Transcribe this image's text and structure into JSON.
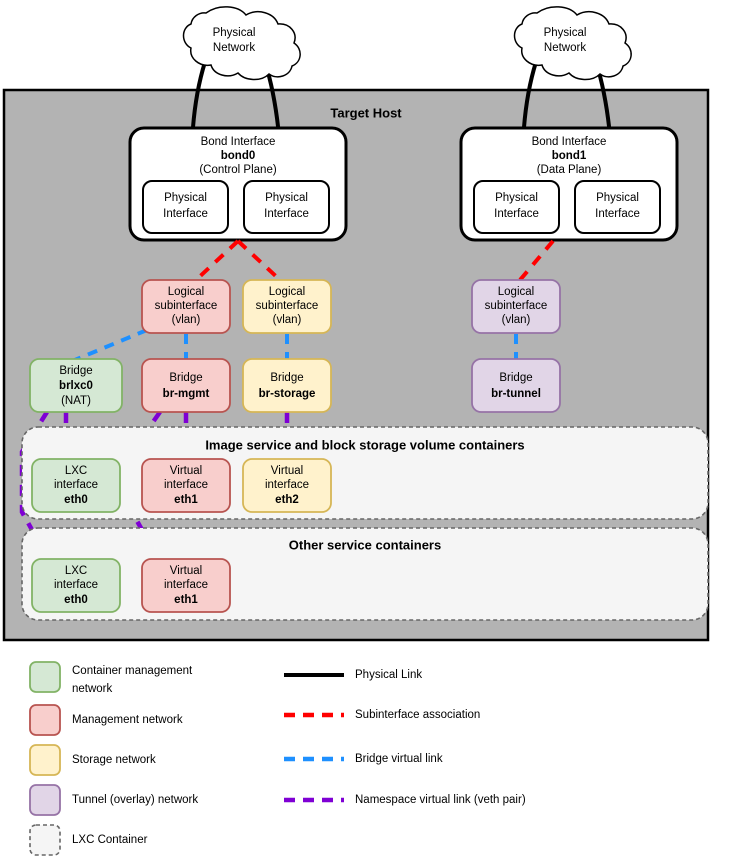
{
  "diagram": {
    "title": "Target Host",
    "host_box": {
      "fill": "#b3b3b3",
      "stroke": "#000000"
    }
  },
  "clouds": [
    {
      "id": "cloud-left",
      "line1": "Physical",
      "line2": "Network"
    },
    {
      "id": "cloud-right",
      "line1": "Physical",
      "line2": "Network"
    }
  ],
  "bonds": [
    {
      "id": "bond0",
      "line1": "Bond Interface",
      "name": "bond0",
      "line3": "(Control Plane)",
      "nics": [
        {
          "line1": "Physical",
          "line2": "Interface"
        },
        {
          "line1": "Physical",
          "line2": "Interface"
        }
      ]
    },
    {
      "id": "bond1",
      "line1": "Bond Interface",
      "name": "bond1",
      "line3": "(Data Plane)",
      "nics": [
        {
          "line1": "Physical",
          "line2": "Interface"
        },
        {
          "line1": "Physical",
          "line2": "Interface"
        }
      ]
    }
  ],
  "subinterfaces": [
    {
      "id": "vlan-mgmt",
      "line1": "Logical",
      "line2": "subinterface",
      "line3": "(vlan)",
      "fill": "#f8cecc",
      "stroke": "#b85450"
    },
    {
      "id": "vlan-storage",
      "line1": "Logical",
      "line2": "subinterface",
      "line3": "(vlan)",
      "fill": "#fff2cc",
      "stroke": "#d6b656"
    },
    {
      "id": "vlan-tunnel",
      "line1": "Logical",
      "line2": "subinterface",
      "line3": "(vlan)",
      "fill": "#e1d5e7",
      "stroke": "#9673a6"
    }
  ],
  "bridges": [
    {
      "id": "br-lxc",
      "line1": "Bridge",
      "name": "brlxc0",
      "line3": "(NAT)",
      "fill": "#d5e8d4",
      "stroke": "#82b366"
    },
    {
      "id": "br-mgmt",
      "line1": "Bridge",
      "name": "br-mgmt",
      "line3": "",
      "fill": "#f8cecc",
      "stroke": "#b85450"
    },
    {
      "id": "br-storage",
      "line1": "Bridge",
      "name": "br-storage",
      "line3": "",
      "fill": "#fff2cc",
      "stroke": "#d6b656"
    },
    {
      "id": "br-tunnel",
      "line1": "Bridge",
      "name": "br-tunnel",
      "line3": "",
      "fill": "#e1d5e7",
      "stroke": "#9673a6"
    }
  ],
  "containers": [
    {
      "id": "container-image-block",
      "title": "Image service and block storage volume containers",
      "interfaces": [
        {
          "id": "img-eth0",
          "line1": "LXC",
          "line2": "interface",
          "name": "eth0",
          "fill": "#d5e8d4",
          "stroke": "#82b366"
        },
        {
          "id": "img-eth1",
          "line1": "Virtual",
          "line2": "interface",
          "name": "eth1",
          "fill": "#f8cecc",
          "stroke": "#b85450"
        },
        {
          "id": "img-eth2",
          "line1": "Virtual",
          "line2": "interface",
          "name": "eth2",
          "fill": "#fff2cc",
          "stroke": "#d6b656"
        }
      ]
    },
    {
      "id": "container-other-service",
      "title": "Other service containers",
      "interfaces": [
        {
          "id": "oth-eth0",
          "line1": "LXC",
          "line2": "interface",
          "name": "eth0",
          "fill": "#d5e8d4",
          "stroke": "#82b366"
        },
        {
          "id": "oth-eth1",
          "line1": "Virtual",
          "line2": "interface",
          "name": "eth1",
          "fill": "#f8cecc",
          "stroke": "#b85450"
        }
      ]
    }
  ],
  "legend": {
    "swatches": [
      {
        "id": "legend-container-mgmt",
        "label_line1": "Container management",
        "label_line2": "network",
        "fill": "#d5e8d4",
        "stroke": "#82b366",
        "dashed": false
      },
      {
        "id": "legend-mgmt",
        "label_line1": "Management network",
        "label_line2": "",
        "fill": "#f8cecc",
        "stroke": "#b85450",
        "dashed": false
      },
      {
        "id": "legend-storage",
        "label_line1": "Storage network",
        "label_line2": "",
        "fill": "#fff2cc",
        "stroke": "#d6b656",
        "dashed": false
      },
      {
        "id": "legend-tunnel",
        "label_line1": "Tunnel (overlay) network",
        "label_line2": "",
        "fill": "#e1d5e7",
        "stroke": "#9673a6",
        "dashed": false
      },
      {
        "id": "legend-lxc-container",
        "label_line1": "LXC Container",
        "label_line2": "",
        "fill": "#f5f5f5",
        "stroke": "#666666",
        "dashed": true
      }
    ],
    "lines": [
      {
        "id": "legend-physical-link",
        "label": "Physical Link",
        "color": "#000000",
        "dashed": false
      },
      {
        "id": "legend-subinterface",
        "label": "Subinterface association",
        "color": "#ff0000",
        "dashed": true
      },
      {
        "id": "legend-bridge-link",
        "label": "Bridge virtual link",
        "color": "#1e90ff",
        "dashed": true
      },
      {
        "id": "legend-namespace-link",
        "label": "Namespace virtual link (veth pair)",
        "color": "#7f00d4",
        "dashed": true
      }
    ]
  }
}
